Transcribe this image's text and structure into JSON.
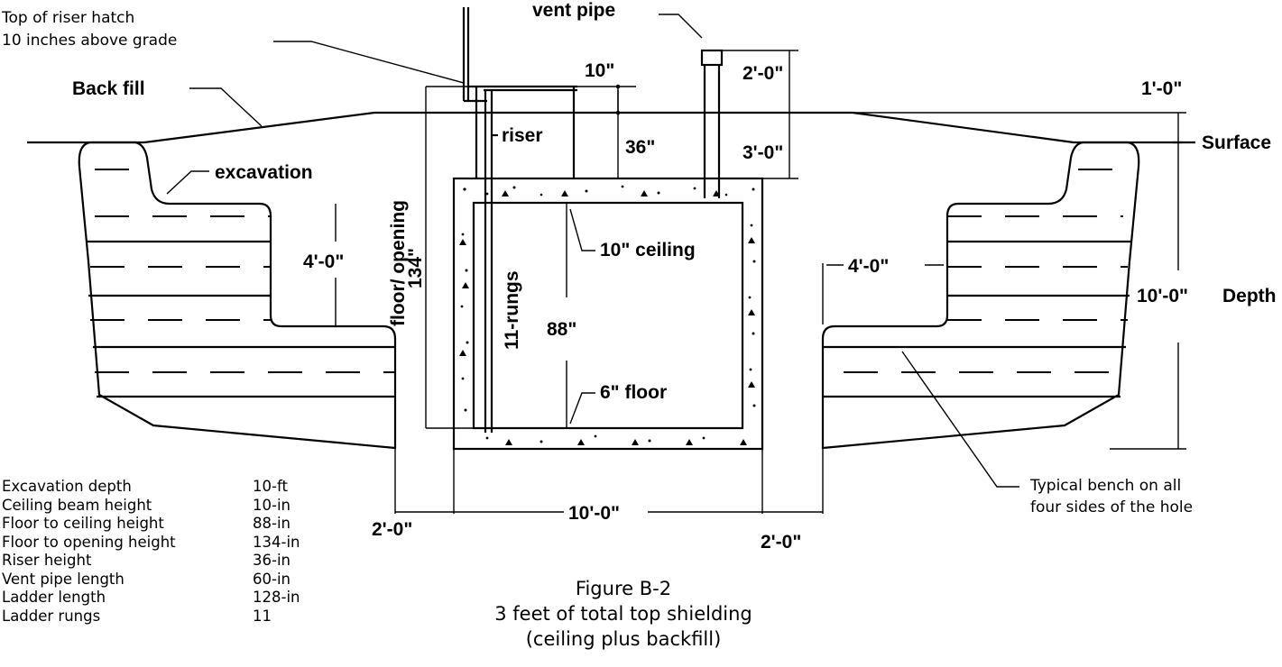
{
  "labels": {
    "top_of_riser_line1": "Top of riser hatch",
    "top_of_riser_line2": "10 inches above grade",
    "vent_pipe": "vent pipe",
    "back_fill": "Back fill",
    "dim_10in": "10\"",
    "dim_2ft": "2'-0\"",
    "dim_1ft": "1'-0\"",
    "riser": "riser",
    "dim_36in": "36\"",
    "dim_3ft": "3'-0\"",
    "surface": "Surface",
    "excavation": "excavation",
    "floor_opening": "floor/ opening",
    "dim_134": "134\"",
    "ceiling_10in": "10\" ceiling",
    "dim_4ft_left": "4'-0\"",
    "dim_4ft_right": "4'-0\"",
    "rungs": "11-rungs",
    "dim_88": "88\"",
    "dim_10ft_depth": "10'-0\"",
    "depth": "Depth",
    "floor_6in": "6\" floor",
    "bench_line1": "Typical bench on all",
    "bench_line2": "four sides of the hole",
    "dim_10ft_width": "10'-0\"",
    "dim_2ft_left": "2'-0\"",
    "dim_2ft_right": "2'-0\""
  },
  "caption": {
    "line1": "Figure B-2",
    "line2": "3 feet of total top shielding",
    "line3": "(ceiling plus backfill)"
  },
  "specs": [
    {
      "name": "Excavation depth",
      "value": "10-ft"
    },
    {
      "name": "Ceiling beam height",
      "value": "10-in"
    },
    {
      "name": "Floor to ceiling height",
      "value": "88-in"
    },
    {
      "name": "Floor to opening height",
      "value": "134-in"
    },
    {
      "name": "Riser height",
      "value": "36-in"
    },
    {
      "name": "Vent pipe length",
      "value": "60-in"
    },
    {
      "name": "Ladder length",
      "value": "128-in"
    },
    {
      "name": "Ladder rungs",
      "value": "11"
    }
  ]
}
